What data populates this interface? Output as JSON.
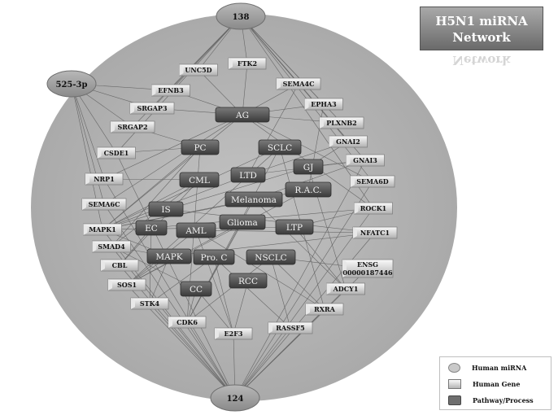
{
  "title": {
    "line1": "H5N1 miRNA",
    "line2": "Network"
  },
  "legend": {
    "mirna": "Human miRNA",
    "gene": "Human Gene",
    "pathway": "Pathway/Process"
  },
  "colors": {
    "mirna": "#9c9c9c",
    "gene": "#d8d8d8",
    "pathway": "#4a4a4a",
    "background_disc": "#b4b4b4",
    "edge": "#666666"
  },
  "mirnas": [
    "138",
    "525-3p",
    "124"
  ],
  "genes": [
    "UNC5D",
    "FTK2",
    "SEMA4C",
    "EFNB3",
    "EPHA3",
    "SRGAP3",
    "PLXNB2",
    "SRGAP2",
    "GNAI2",
    "CSDE1",
    "GNAI3",
    "NRP1",
    "SEMA6D",
    "SEMA6C",
    "ROCK1",
    "MAPK1",
    "NFATC1",
    "SMAD4",
    "ENSG 00000187446",
    "CBL",
    "ADCY1",
    "SOS1",
    "RXRA",
    "STK4",
    "CDK6",
    "RASSF5",
    "E2F3"
  ],
  "pathways": [
    "AG",
    "PC",
    "SCLC",
    "LTD",
    "GJ",
    "CML",
    "R.A.C.",
    "Melanoma",
    "IS",
    "EC",
    "AML",
    "Glioma",
    "LTP",
    "MAPK",
    "Pro. C",
    "NSCLC",
    "CC",
    "RCC"
  ]
}
